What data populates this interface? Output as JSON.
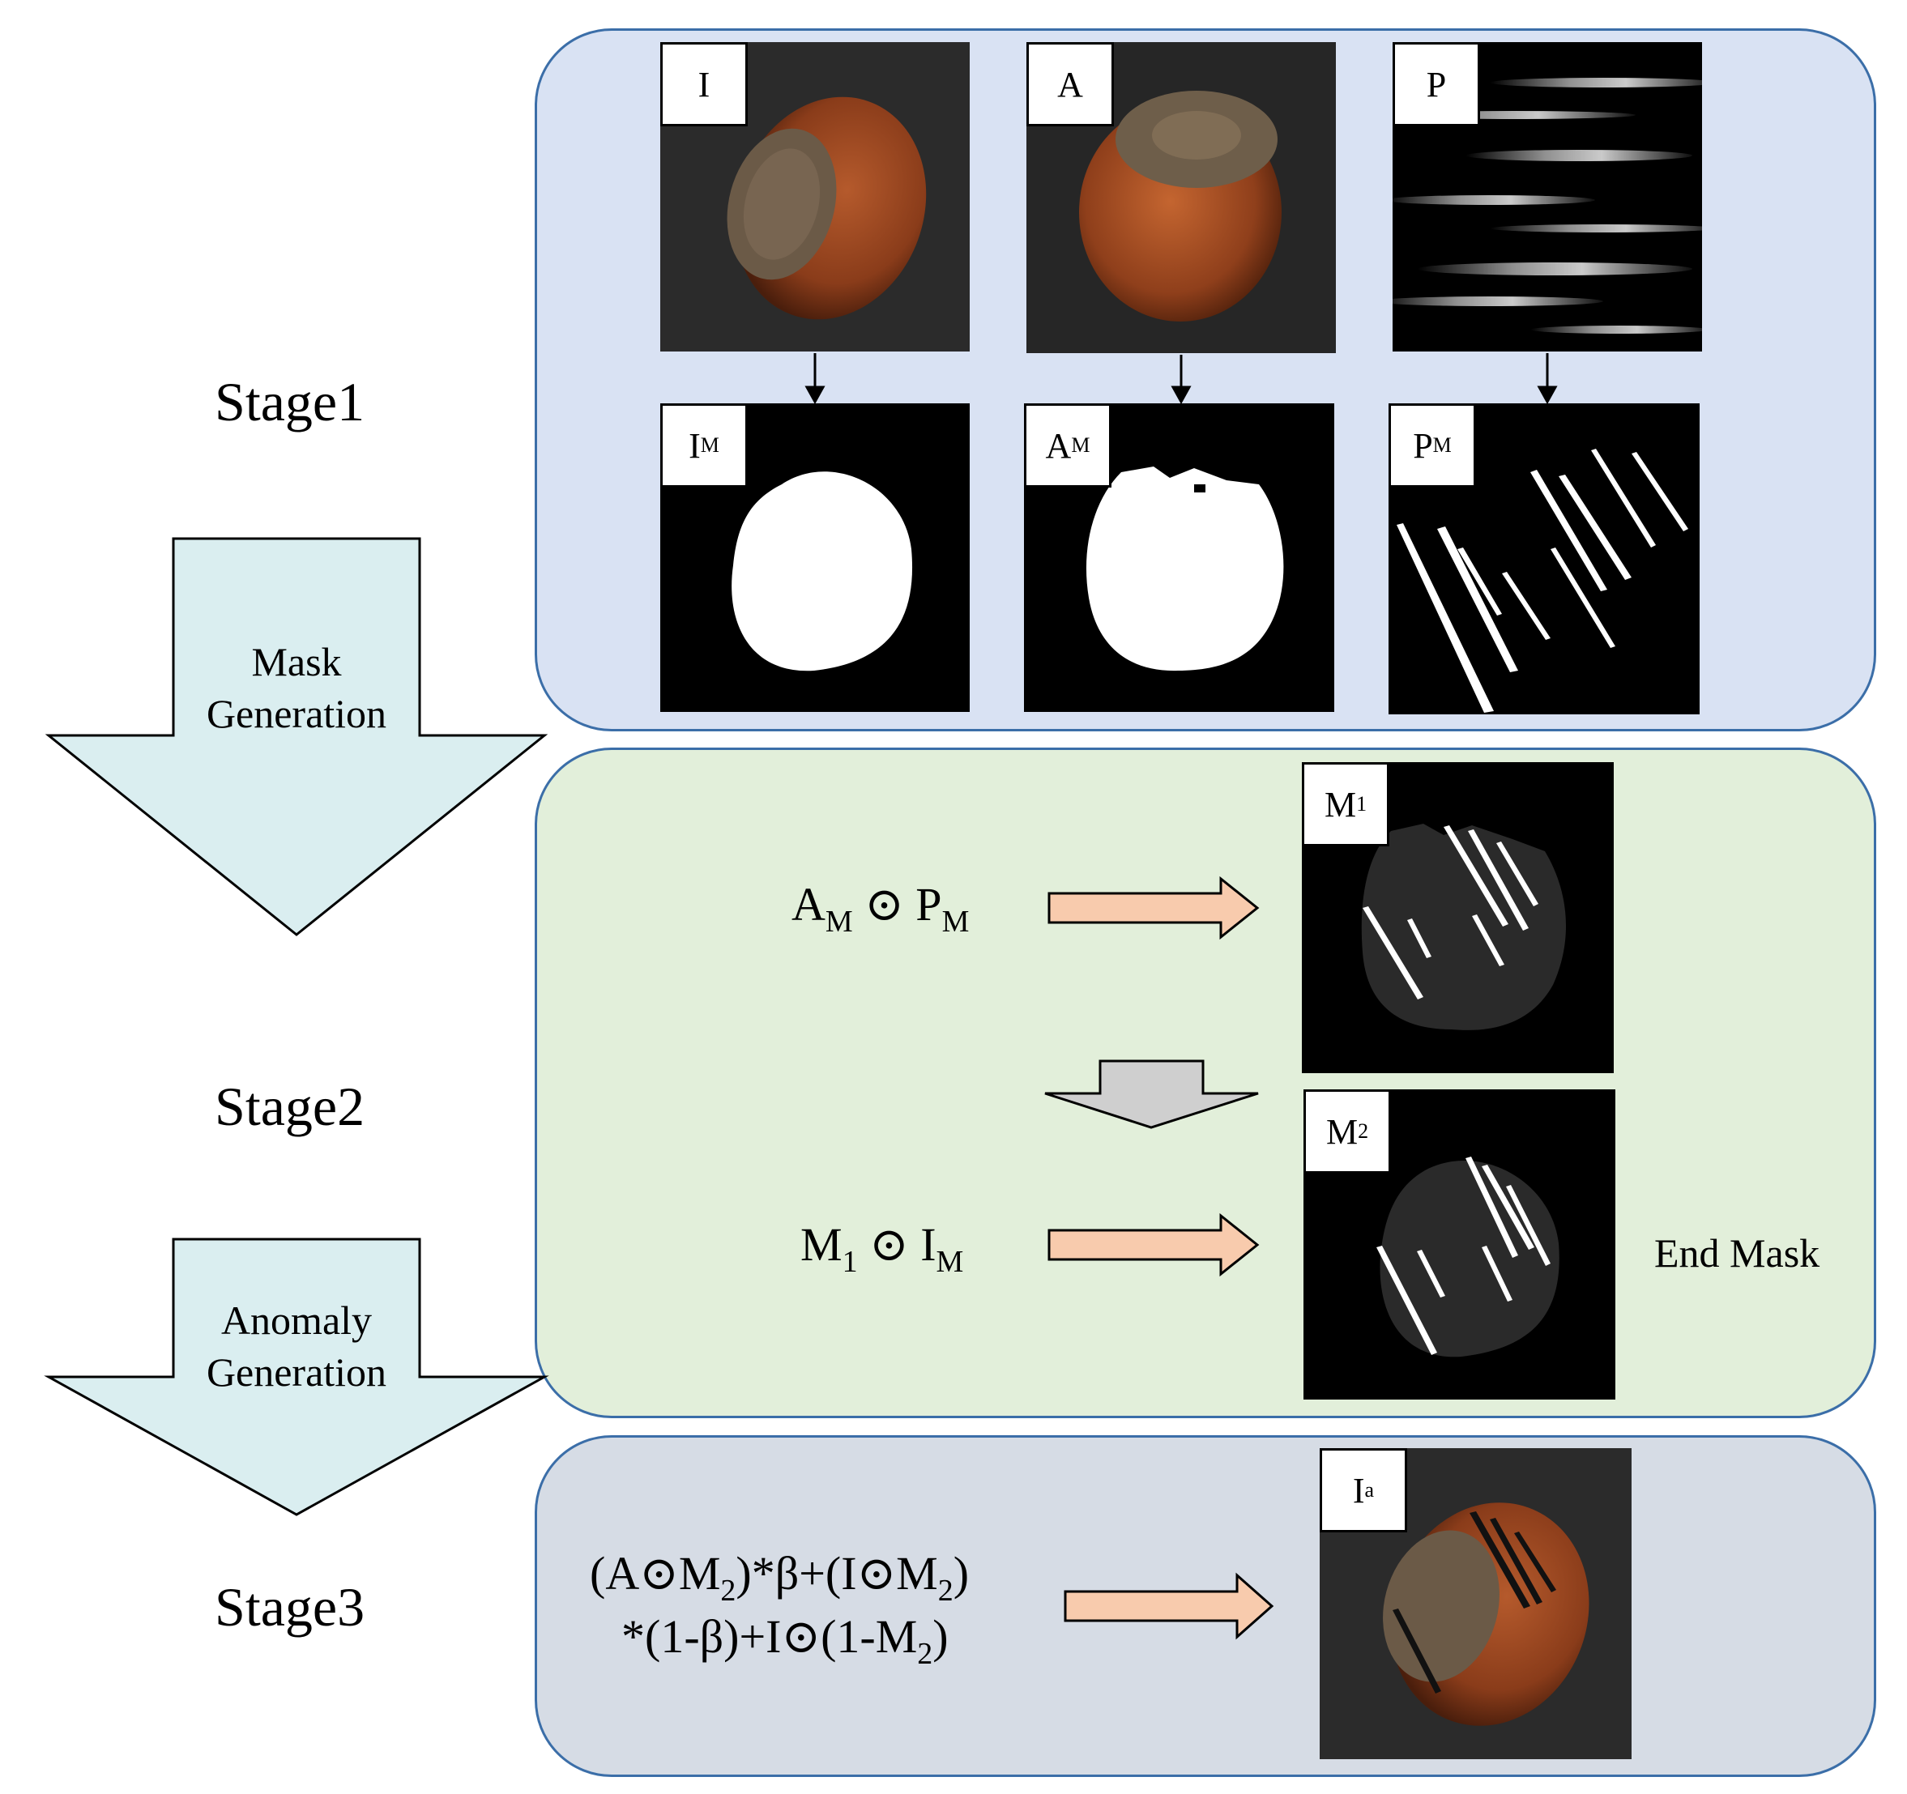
{
  "colors": {
    "stage1_bg": "#d9e2f3",
    "stage2_bg": "#e2efda",
    "stage3_bg": "#d6dce5",
    "panel_border": "#3b6ea8",
    "big_arrow_fill": "#daeef0",
    "pink_arrow_fill": "#f8cbad",
    "gray_arrow_fill": "#cfcfcf"
  },
  "stages": {
    "stage1": "Stage1",
    "stage2": "Stage2",
    "stage3": "Stage3"
  },
  "flow_arrows": {
    "mask_generation": {
      "line1": "Mask",
      "line2": "Generation"
    },
    "anomaly_generation": {
      "line1": "Anomaly",
      "line2": "Generation"
    }
  },
  "stage1_tiles": {
    "I": {
      "base": "I"
    },
    "A": {
      "base": "A"
    },
    "P": {
      "base": "P"
    },
    "IM": {
      "base": "I",
      "sub": "M"
    },
    "AM": {
      "base": "A",
      "sub": "M"
    },
    "PM": {
      "base": "P",
      "sub": "M"
    }
  },
  "stage2": {
    "formula1": {
      "a": "A",
      "a_sub": "M",
      "op": "⊙",
      "b": "P",
      "b_sub": "M"
    },
    "formula2": {
      "a": "M",
      "a_sub": "1",
      "op": "⊙",
      "b": "I",
      "b_sub": "M"
    },
    "M1": {
      "base": "M",
      "sub": "1"
    },
    "M2": {
      "base": "M",
      "sub": "2"
    },
    "end_mask": "End Mask"
  },
  "stage3": {
    "line1": {
      "p1": "(A",
      "op1": "⊙",
      "p2": "M",
      "sub1": "2",
      "p3": ")*β+(I",
      "op2": "⊙",
      "p4": "M",
      "sub2": "2",
      "p5": ")"
    },
    "line2": {
      "p1": "*(1-β)+I",
      "op": "⊙",
      "p2": "(1-M",
      "sub": "2",
      "p3": ")"
    },
    "Ia": {
      "base": "I",
      "sub": "a"
    }
  }
}
